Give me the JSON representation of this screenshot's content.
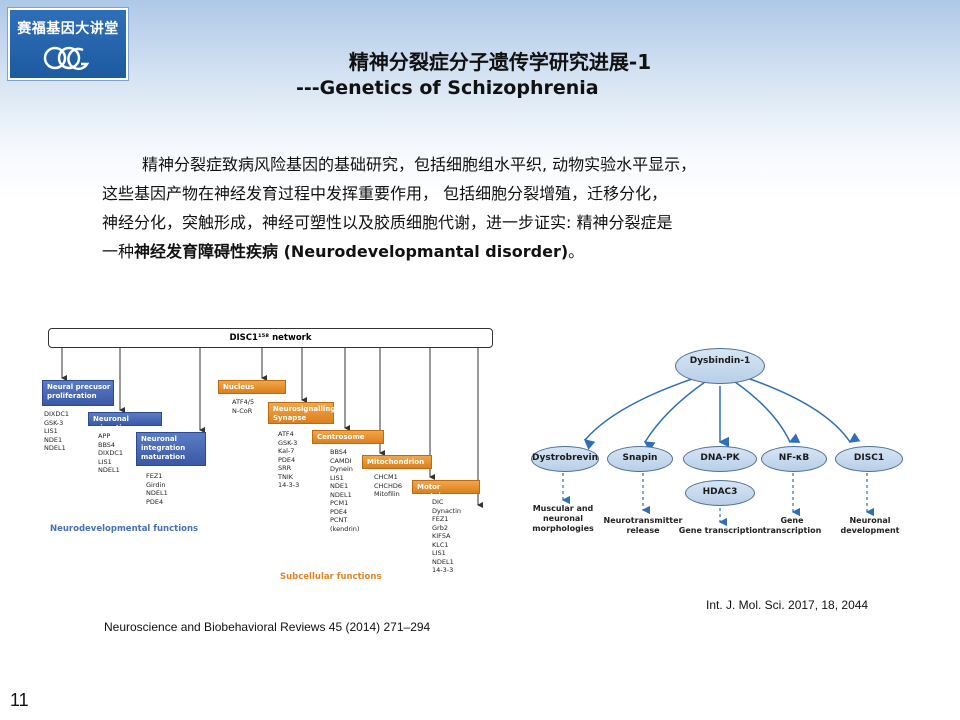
{
  "logo": {
    "text": "赛福基因大讲堂"
  },
  "title": {
    "chinese": "精神分裂症分子遗传学研究进展-1",
    "english": "---Genetics of Schizophrenia"
  },
  "paragraph": {
    "line1": "精神分裂症致病风险基因的基础研究，包括细胞组水平织, 动物实验水平显示，",
    "line2": "这些基因产物在神经发育过程中发挥重要作用，  包括细胞分裂增殖，迁移分化，",
    "line3": "神经分化，突触形成，神经可塑性以及胶质细胞代谢，进一步证实: 精神分裂症是",
    "line4_prefix": "一种",
    "line4_bold": "神经发育障碍性疾病 (Neurodevelopmantal disorder)",
    "line4_suffix": "。"
  },
  "left_diagram": {
    "network_label": "DISC1¹⁵⁸ network",
    "boxes": {
      "neural_precursor": "Neural precusor\nproliferation",
      "neuronal_migration": "Neuronal migration",
      "neuronal_integration": "Neuronal\nintegration\nmaturation",
      "nucleus": "Nucleus",
      "neurosignalling": "Neurosignalling\nSynapse",
      "centrosome": "Centrosome",
      "mitochondrion": "Mitochondrion",
      "motor_proteins": "Motor proteins"
    },
    "lists": {
      "precursor": "DIXDC1\nGSK-3\nLIS1\nNDE1\nNDEL1",
      "migration": "APP\nBBS4\nDIXDC1\nLIS1\nNDEL1",
      "integration": "FEZ1\nGirdin\nNDEL1\nPDE4",
      "nucleus": "ATF4/5\nN-CoR",
      "neurosignalling": "ATF4\nGSK-3\nKal-7\nPDE4\nSRR\nTNIK\n14-3-3",
      "centrosome": "BBS4\nCAMDI\nDynein\nLIS1\nNDE1\nNDEL1\nPCM1\nPDE4\nPCNT\n(kendrin)",
      "mitochondrion": "CHCM1\nCHCHD6\nMitofilin",
      "motor": "DIC\nDynactin\nFEZ1\nGrb2\nKIF5A\nKLC1\nLIS1\nNDEL1\n14-3-3"
    },
    "footer_blue": "Neurodevelopmental functions",
    "footer_orange": "Subcellular functions"
  },
  "right_diagram": {
    "center": "Dysbindin-1",
    "nodes": [
      "Dystrobrevin",
      "Snapin",
      "DNA-PK",
      "NF-κB",
      "DISC1"
    ],
    "hdac": "HDAC3",
    "outcomes": {
      "dystrobrevin": "Muscular and\nneuronal\nmorphologies",
      "snapin": "Neurotransmitter\nrelease",
      "dnapk": "Gene transcription",
      "nfkb": "Gene\ntranscription",
      "disc1": "Neuronal\ndevelopment"
    }
  },
  "references": {
    "left": "Neuroscience and Biobehavioral  Reviews  45  (2014)  271–294",
    "right": "Int. J. Mol. Sci. 2017, 18, 2044"
  },
  "page_number": "11",
  "colors": {
    "blue_box": "#3a59a6",
    "orange_box": "#dd7f1e",
    "arrow_blue": "#2f6fb7"
  }
}
